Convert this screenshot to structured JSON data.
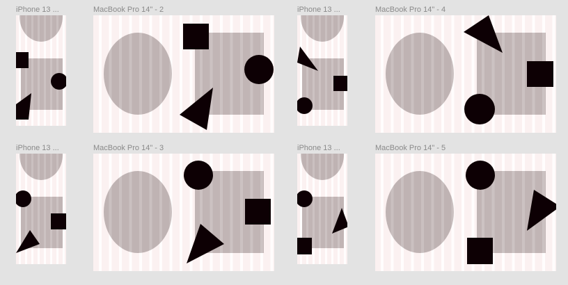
{
  "canvas": {
    "background": "#e3e3e3"
  },
  "colors": {
    "frame_bg": "#fbf1f1",
    "column_stripe": "#ffffff",
    "ellipse_fill": "#bfb3b3",
    "rect_fill": "#c1b5b5",
    "shape_fill": "#0d0004",
    "label_color": "#8a8a8a"
  },
  "frames": [
    {
      "id": "iphone-1",
      "label": "iPhone 13 ...",
      "device": "iphone",
      "variant": 1
    },
    {
      "id": "macbook-2",
      "label": "MacBook Pro 14\" - 2",
      "device": "macbook",
      "variant": 2
    },
    {
      "id": "iphone-2",
      "label": "iPhone 13 ...",
      "device": "iphone",
      "variant": 2
    },
    {
      "id": "macbook-4",
      "label": "MacBook Pro 14\" - 4",
      "device": "macbook",
      "variant": 4
    },
    {
      "id": "iphone-3",
      "label": "iPhone 13 ...",
      "device": "iphone",
      "variant": 3
    },
    {
      "id": "macbook-3",
      "label": "MacBook Pro 14\" - 3",
      "device": "macbook",
      "variant": 3
    },
    {
      "id": "iphone-4",
      "label": "iPhone 13 ...",
      "device": "iphone",
      "variant": 4
    },
    {
      "id": "macbook-5",
      "label": "MacBook Pro 14\" - 5",
      "device": "macbook",
      "variant": 5
    }
  ]
}
